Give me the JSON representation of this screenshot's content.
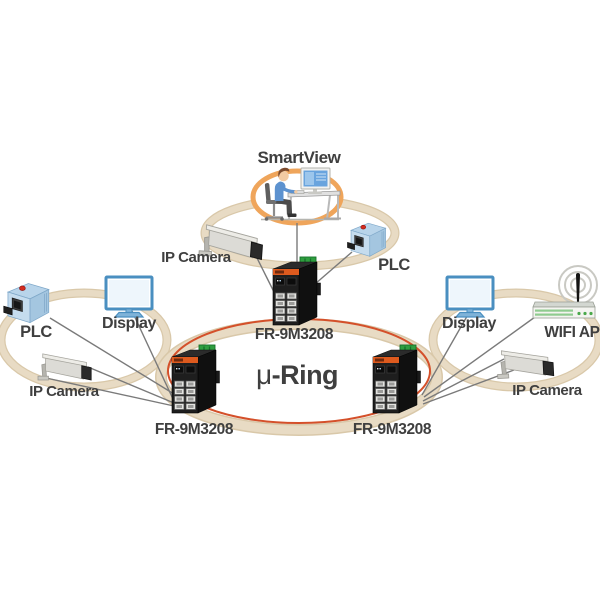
{
  "ring": {
    "label_mu": "μ",
    "label_rest": "-Ring"
  },
  "switches": {
    "top": "FR-9M3208",
    "left": "FR-9M3208",
    "right": "FR-9M3208"
  },
  "top_group": {
    "title": "SmartView",
    "camera": "IP Camera",
    "plc": "PLC"
  },
  "left_group": {
    "plc": "PLC",
    "display": "Display",
    "camera": "IP Camera"
  },
  "right_group": {
    "display": "Display",
    "wifi": "WIFI AP",
    "camera": "IP Camera"
  },
  "colors": {
    "ring_line": "#d4502a",
    "group_band": "#e8dbc4",
    "group_band_edge": "#d9c8a9",
    "smartview_ring": "#efa55b",
    "connection_line": "#7a7a7a",
    "label_text": "#3f3f3f",
    "switch_accent": "#dd5a1e",
    "terminal_green": "#2f9e3f",
    "plc_blue": "#b8d4ea",
    "display_blue": "#4a8fc0",
    "wifi_green": "#8fcb8f"
  }
}
